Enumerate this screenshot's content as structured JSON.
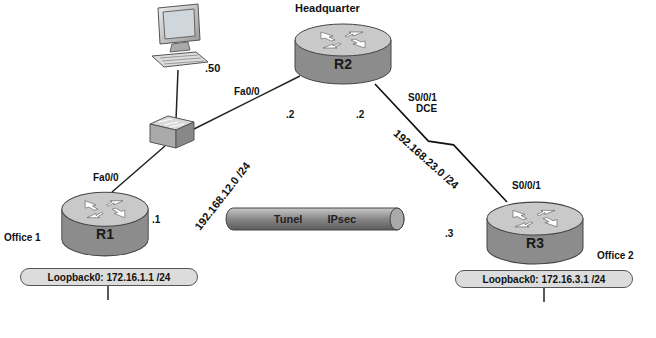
{
  "diagram": {
    "nodes": [
      {
        "text": [
          "Headquarter",
          "R2"
        ]
      },
      {
        "text": [
          "Office 1",
          "R1"
        ]
      },
      {
        "text": [
          "Loopback0: 172.16.1.1 /24"
        ]
      },
      {
        "text": [
          "Tunel IPsec"
        ]
      },
      {
        "text": [
          "Office 2",
          "R3"
        ]
      },
      {
        "text": [
          "Loopback0: 172.16.3.1 /24"
        ]
      }
    ],
    "edges": [
      {
        "from": 0,
        "to": 4,
        "arrow": "none",
        "label": "192.168.23.0 /24"
      }
    ],
    "labels": [
      ".50",
      "Fa0/0",
      ".2",
      ".2",
      "S0/0/1",
      "DCE",
      "192.168.12.0 /24",
      "Fa0/0",
      ".1",
      "S0/0/1",
      ".3"
    ]
  }
}
